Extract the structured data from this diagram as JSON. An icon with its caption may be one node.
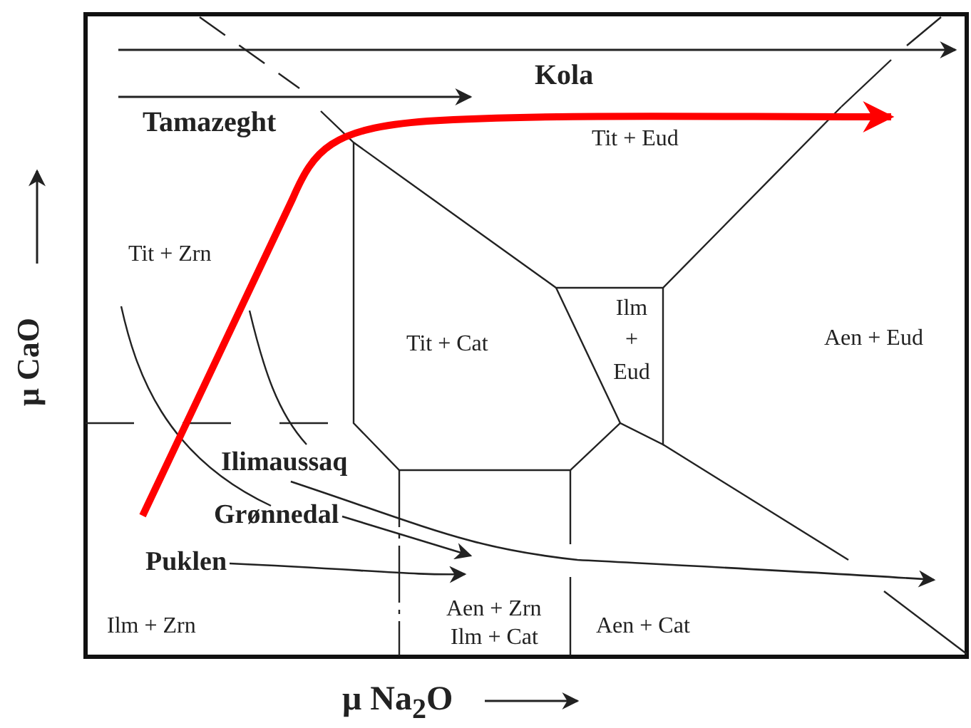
{
  "diagram": {
    "nodes": [
      {
        "text": [
          "Ilimaussaq"
        ]
      },
      {
        "text": [
          "Grønnedal"
        ]
      },
      {
        "text": [
          "Puklen"
        ]
      }
    ],
    "edges": [
      {
        "from": 0,
        "to": null,
        "arrow": "to"
      },
      {
        "from": 1,
        "to": null,
        "arrow": "to"
      },
      {
        "from": 2,
        "to": null,
        "arrow": "to"
      }
    ],
    "labels": [
      "Kola",
      "Tamazeght",
      "Tit + Eud",
      "Tit + Zrn",
      "Tit + Cat",
      "Ilm + Eud",
      "Aen + Eud",
      "Ilm + Zrn",
      "Aen + Zrn",
      "Ilm + Cat",
      "Aen + Cat",
      "μ CaO",
      "μ Na$_{2}$O"
    ]
  }
}
